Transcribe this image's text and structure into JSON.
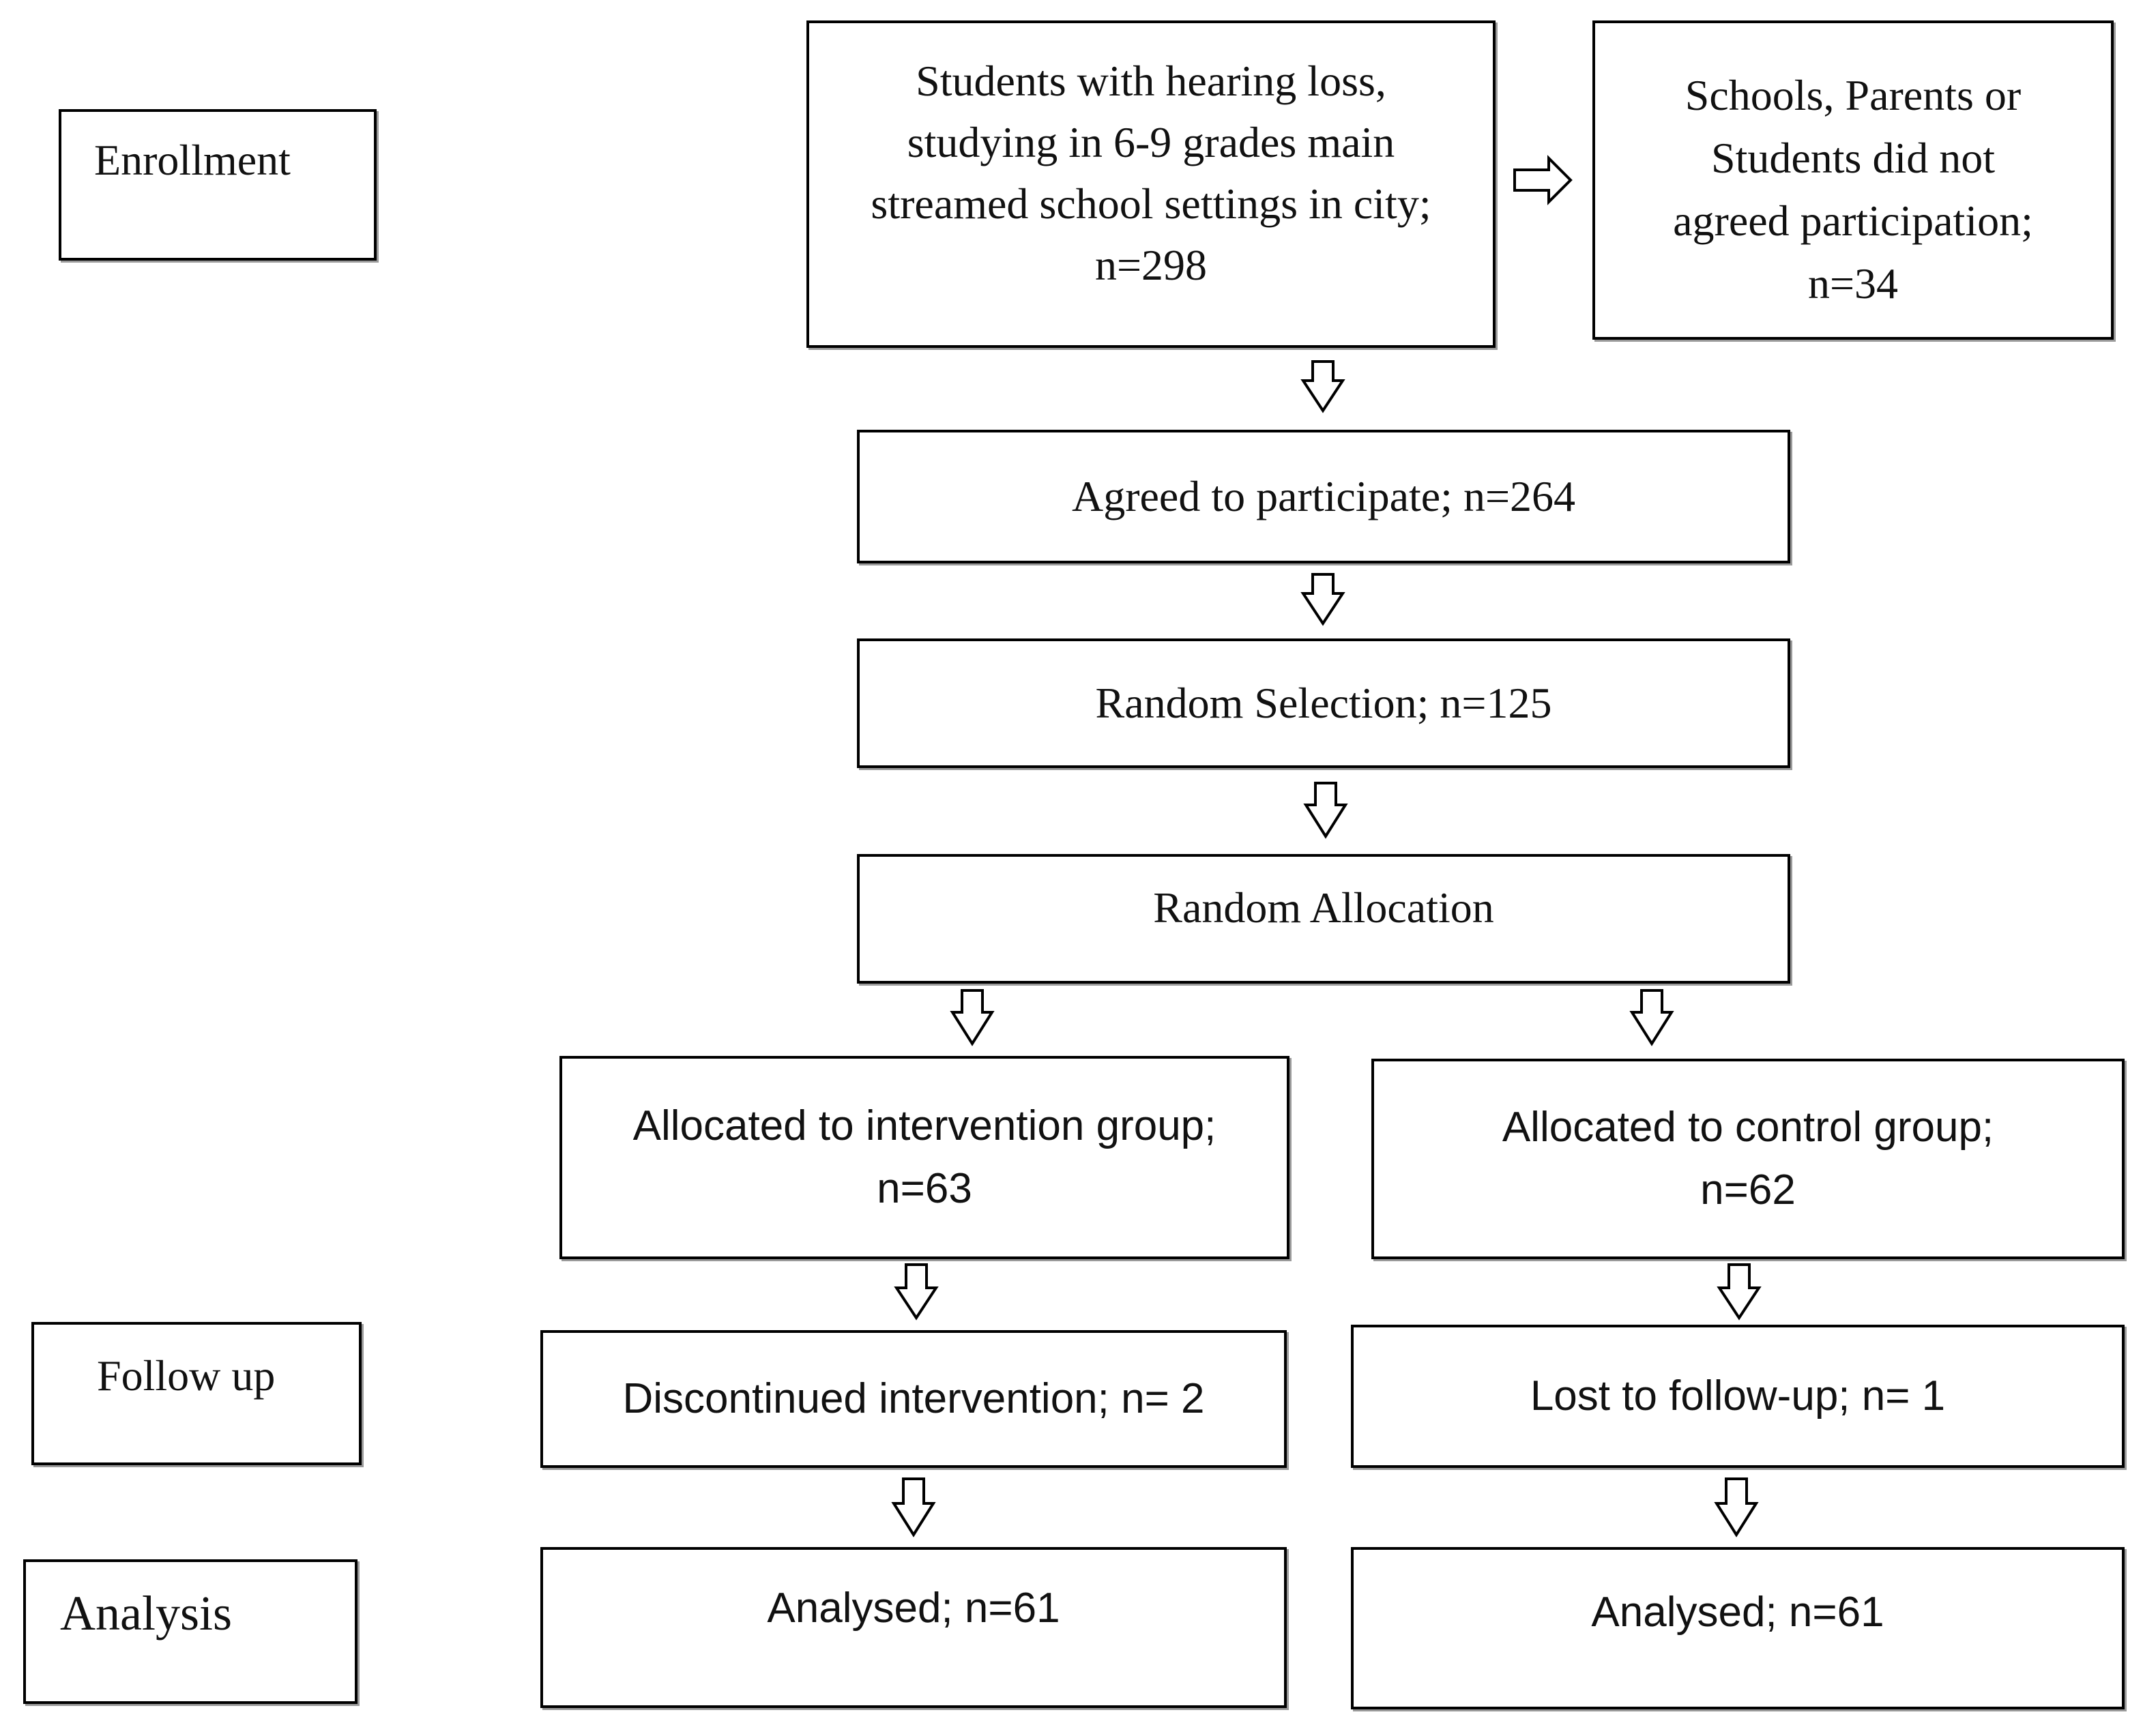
{
  "stages": {
    "enrollment": "Enrollment",
    "follow_up": "Follow up",
    "analysis": "Analysis"
  },
  "boxes": {
    "eligible": [
      "Students with hearing  loss,",
      "studying in 6-9 grades main",
      "streamed school settings in city;",
      "n=298"
    ],
    "excluded": [
      "Schools, Parents or",
      "Students did not",
      "agreed participation;",
      "n=34"
    ],
    "agreed": "Agreed to participate;  n=264",
    "selection": "Random Selection;  n=125",
    "allocation": "Random Allocation",
    "intervention": [
      "Allocated to intervention group;",
      "n=63"
    ],
    "control": [
      "Allocated to control group;",
      "n=62"
    ],
    "discontinued": "Discontinued intervention; n= 2",
    "lost": "Lost to follow-up; n= 1",
    "analysed_intervention": "Analysed; n=61",
    "analysed_control": "Analysed; n=61"
  }
}
